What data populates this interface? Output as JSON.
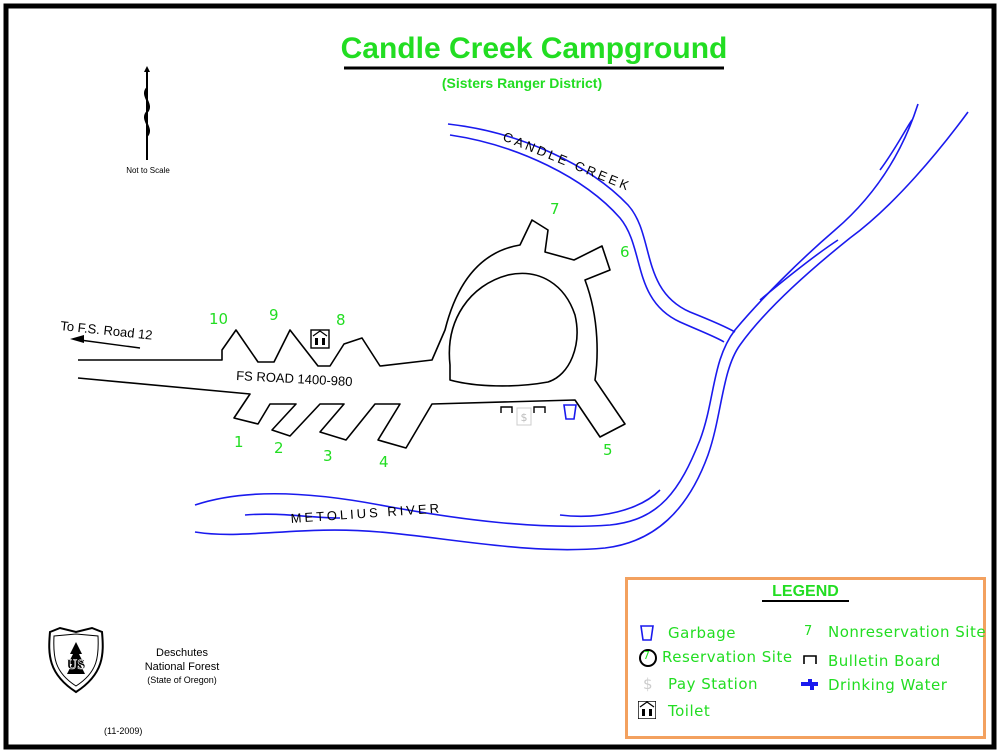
{
  "title": "Candle Creek Campground",
  "subtitle": "(Sisters Ranger District)",
  "north_arrow_note": "Not to Scale",
  "road_to": "To F.S. Road 12",
  "main_road": "FS ROAD 1400-980",
  "creek_label": "CANDLE CREEK",
  "river_label": "METOLIUS RIVER",
  "sites": [
    "1",
    "2",
    "3",
    "4",
    "5",
    "6",
    "7",
    "8",
    "9",
    "10"
  ],
  "pay_station_symbol": "$",
  "forest": {
    "line1": "Deschutes",
    "line2": "National Forest",
    "line3": "(State of Oregon)",
    "shield_text": "US"
  },
  "date_code": "(11-2009)",
  "legend": {
    "title": "LEGEND",
    "items": {
      "garbage": "Garbage",
      "reservation_site": "Reservation Site",
      "reservation_symbol": "7",
      "pay_station": "Pay Station",
      "pay_symbol": "$",
      "toilet": "Toilet",
      "nonreservation_site": "Nonreservation Site",
      "nonreservation_symbol": "7",
      "bulletin_board": "Bulletin Board",
      "drinking_water": "Drinking Water"
    }
  },
  "colors": {
    "site_label": "#22dd22",
    "water": "#1a1aee",
    "legend_border": "#f3a15f"
  }
}
